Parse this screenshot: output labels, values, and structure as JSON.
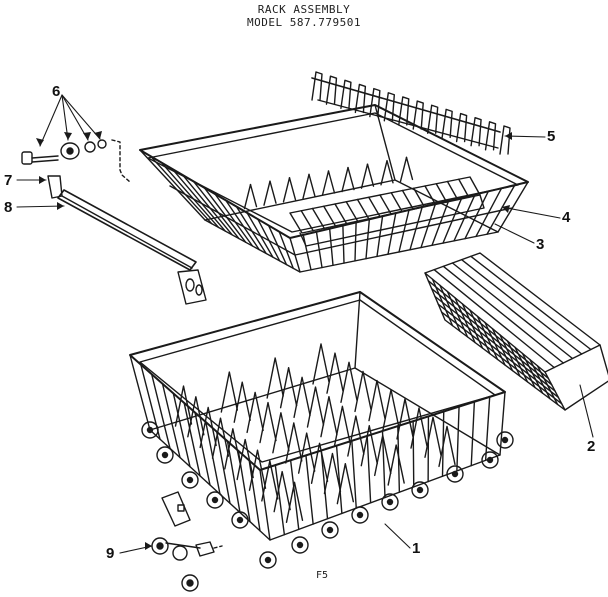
{
  "title": {
    "line1": "RACK ASSEMBLY",
    "line2": "MODEL 587.779501"
  },
  "callouts": [
    {
      "key": "c1",
      "label": "1"
    },
    {
      "key": "c2",
      "label": "2"
    },
    {
      "key": "c3",
      "label": "3"
    },
    {
      "key": "c4",
      "label": "4"
    },
    {
      "key": "c5",
      "label": "5"
    },
    {
      "key": "c6",
      "label": "6"
    },
    {
      "key": "c7",
      "label": "7"
    },
    {
      "key": "c8",
      "label": "8"
    },
    {
      "key": "c9",
      "label": "9"
    }
  ],
  "page_code": "F5"
}
